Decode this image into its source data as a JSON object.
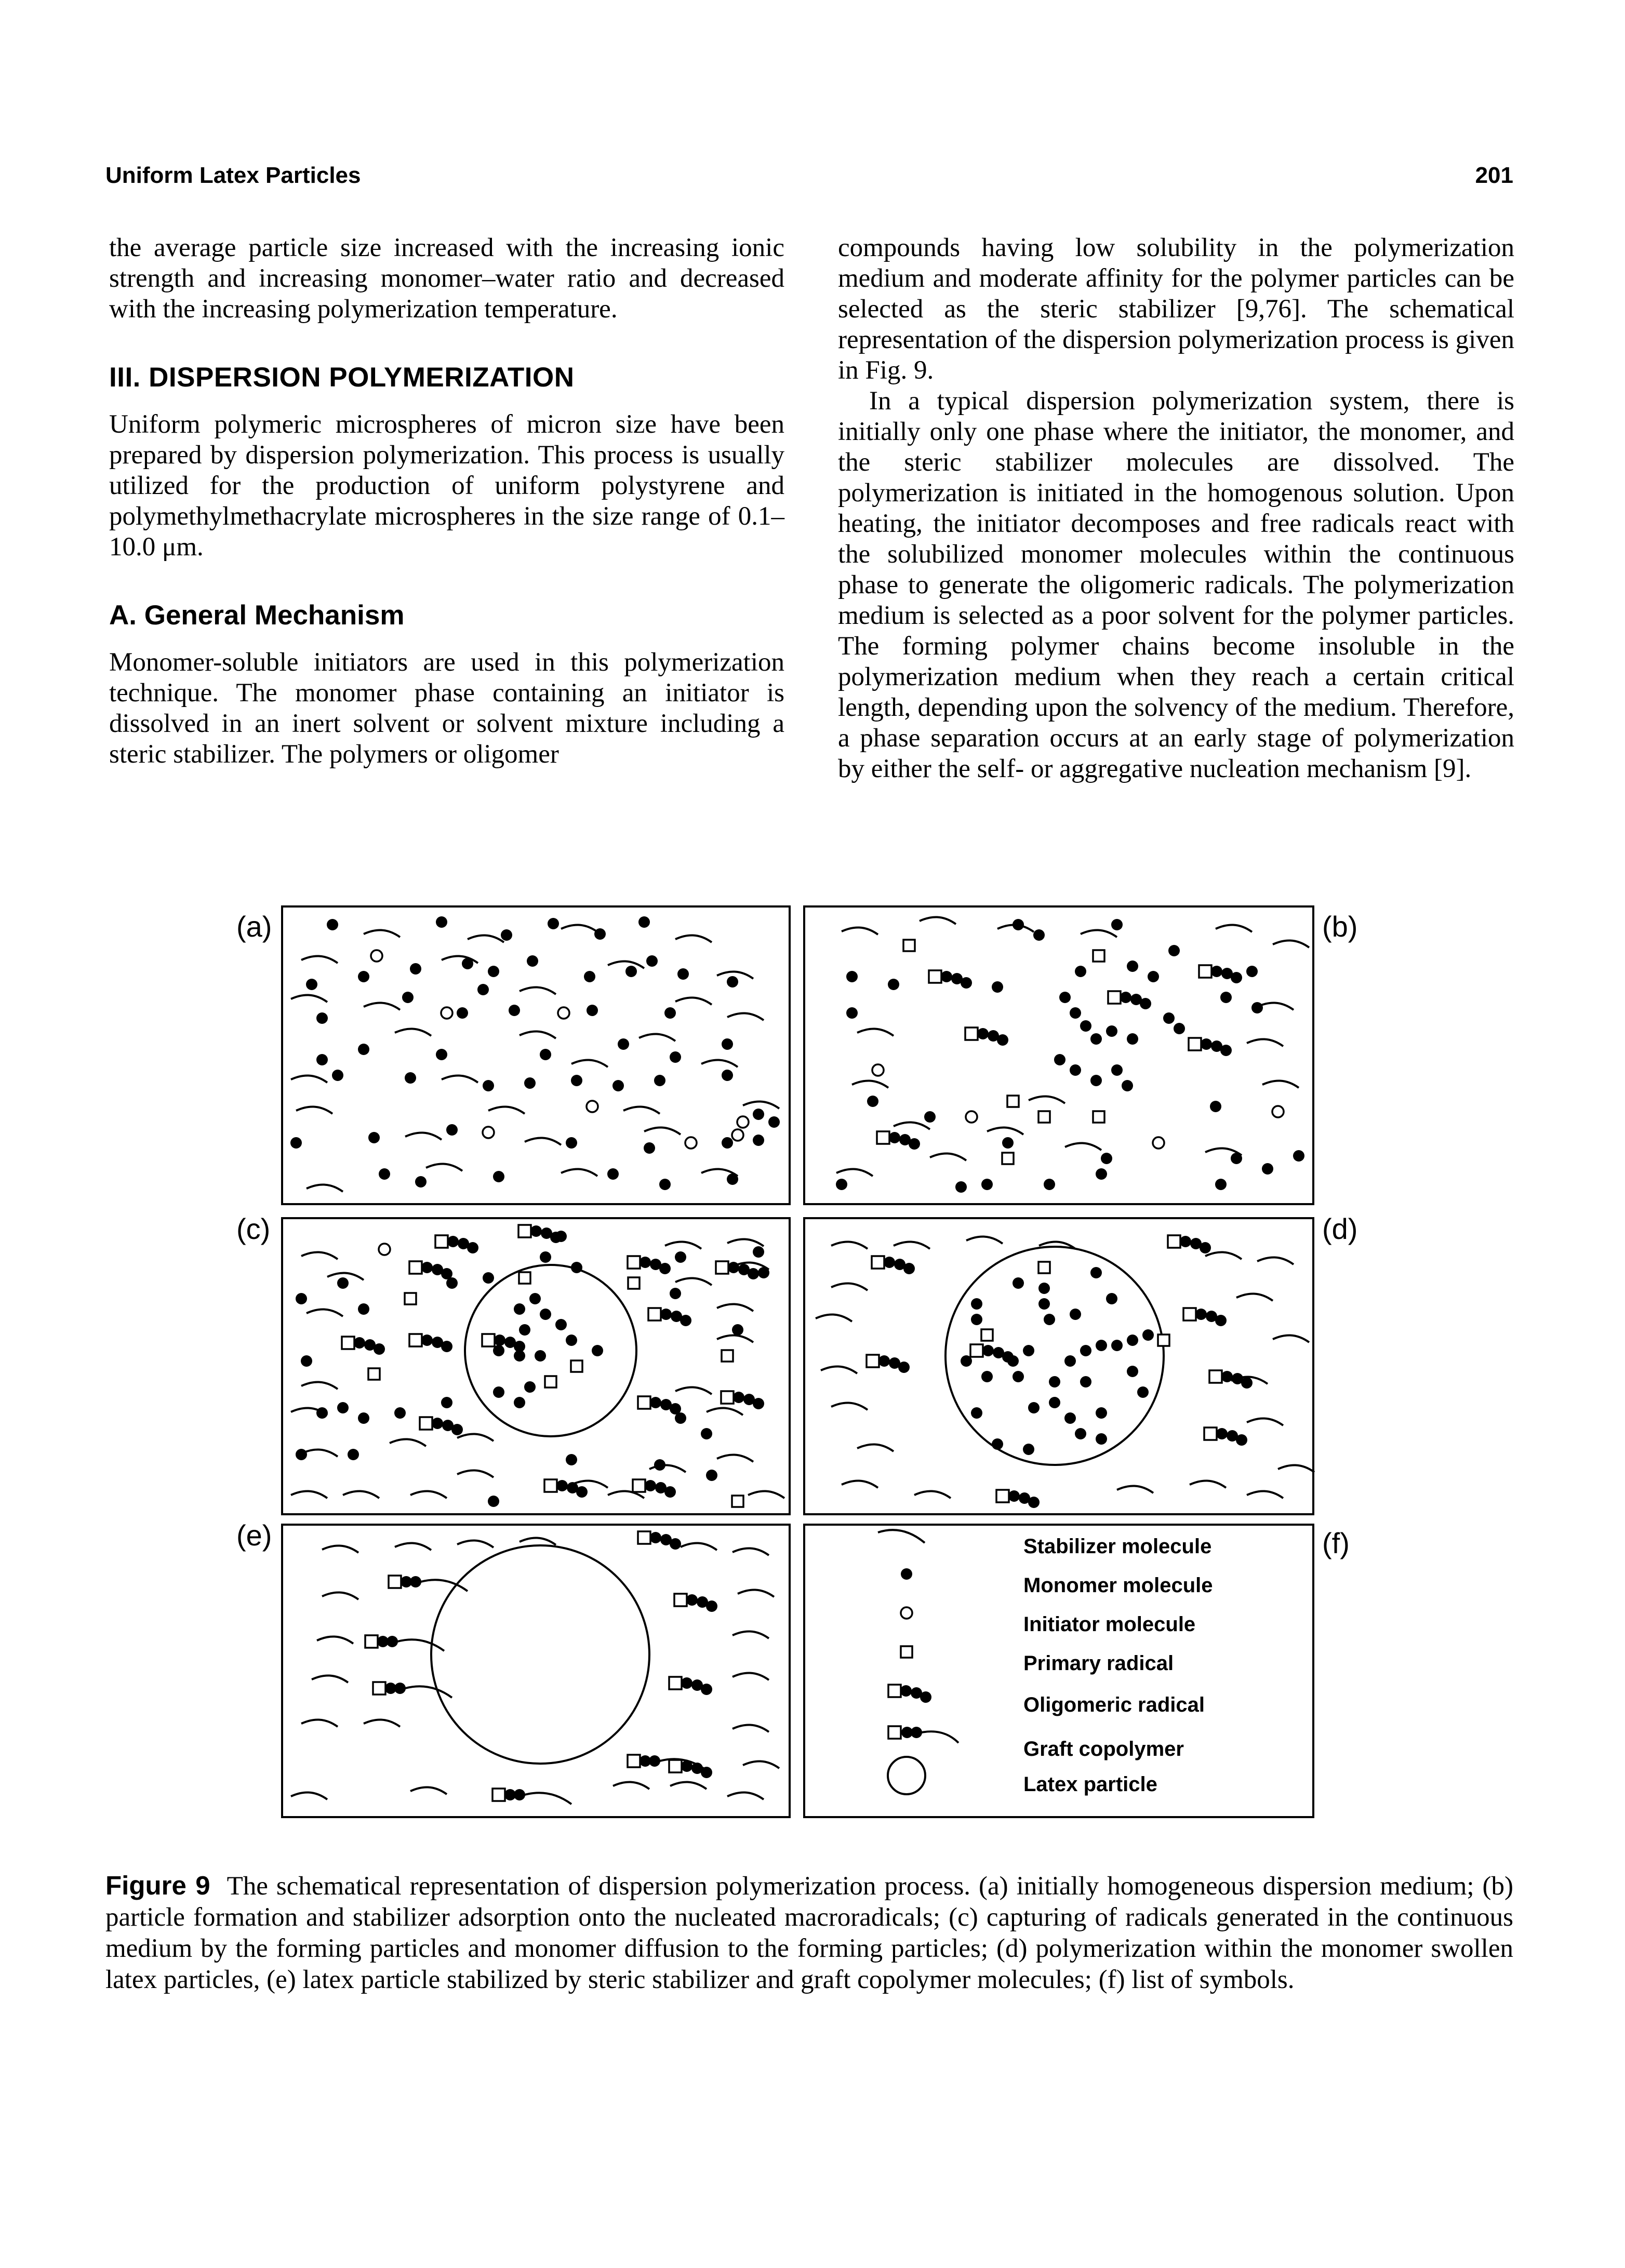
{
  "header": {
    "running_title": "Uniform Latex Particles",
    "page_number": "201"
  },
  "left_column": {
    "para1": "the average particle size increased with the increasing ionic strength and increasing monomer–water ratio and decreased with the increasing polymerization temperature.",
    "section_heading": "III.  DISPERSION POLYMERIZATION",
    "para2": "Uniform polymeric microspheres of micron size have been prepared by dispersion polymerization. This process is usually utilized for the production of uniform polystyrene and polymethylmethacrylate microspheres in the size range of 0.1–10.0 μm.",
    "subsection_heading": "A.  General Mechanism",
    "para3": "Monomer-soluble initiators are used in this polymerization technique. The monomer phase containing an initiator is dissolved in an inert solvent or solvent mixture including a steric stabilizer. The polymers or oligomer"
  },
  "right_column": {
    "para1": "compounds having low solubility in the polymerization medium and moderate affinity for the polymer particles can be selected as the steric stabilizer [9,76]. The schematical representation of the dispersion polymerization process is given in Fig. 9.",
    "para2": "In a typical dispersion polymerization system, there is initially only one phase where the initiator, the monomer, and the steric stabilizer molecules are dissolved. The polymerization is initiated in the homogenous solution. Upon heating, the initiator decomposes and free radicals react with the solubilized monomer molecules within the continuous phase to generate the oligomeric radicals. The polymerization medium is selected as a poor solvent for the polymer particles. The forming polymer chains become insoluble in the polymerization medium when they reach a certain critical length, depending upon the solvency of the medium. Therefore, a phase separation occurs at an early stage of polymerization by either the self- or aggregative nucleation mechanism [9]."
  },
  "figure": {
    "panel_labels": {
      "a": "(a)",
      "b": "(b)",
      "c": "(c)",
      "d": "(d)",
      "e": "(e)",
      "f": "(f)"
    },
    "legend": [
      {
        "symbol": "stabilizer-molecule-icon",
        "label": "Stabilizer molecule"
      },
      {
        "symbol": "monomer-molecule-icon",
        "label": "Monomer molecule"
      },
      {
        "symbol": "initiator-molecule-icon",
        "label": "Initiator molecule"
      },
      {
        "symbol": "primary-radical-icon",
        "label": "Primary radical"
      },
      {
        "symbol": "oligomeric-radical-icon",
        "label": "Oligomeric radical"
      },
      {
        "symbol": "graft-copolymer-icon",
        "label": "Graft copolymer"
      },
      {
        "symbol": "latex-particle-icon",
        "label": "Latex particle"
      }
    ]
  },
  "caption": {
    "label": "Figure 9",
    "text": "The schematical representation of dispersion polymerization process. (a) initially homogeneous dispersion medium; (b) particle formation and stabilizer adsorption onto the nucleated macroradicals; (c) capturing of radicals generated in the continuous medium by the forming particles and monomer diffusion to the forming particles; (d) polymerization within the monomer swollen latex particles, (e) latex particle stabilized by steric stabilizer and graft copolymer molecules; (f) list of symbols."
  }
}
